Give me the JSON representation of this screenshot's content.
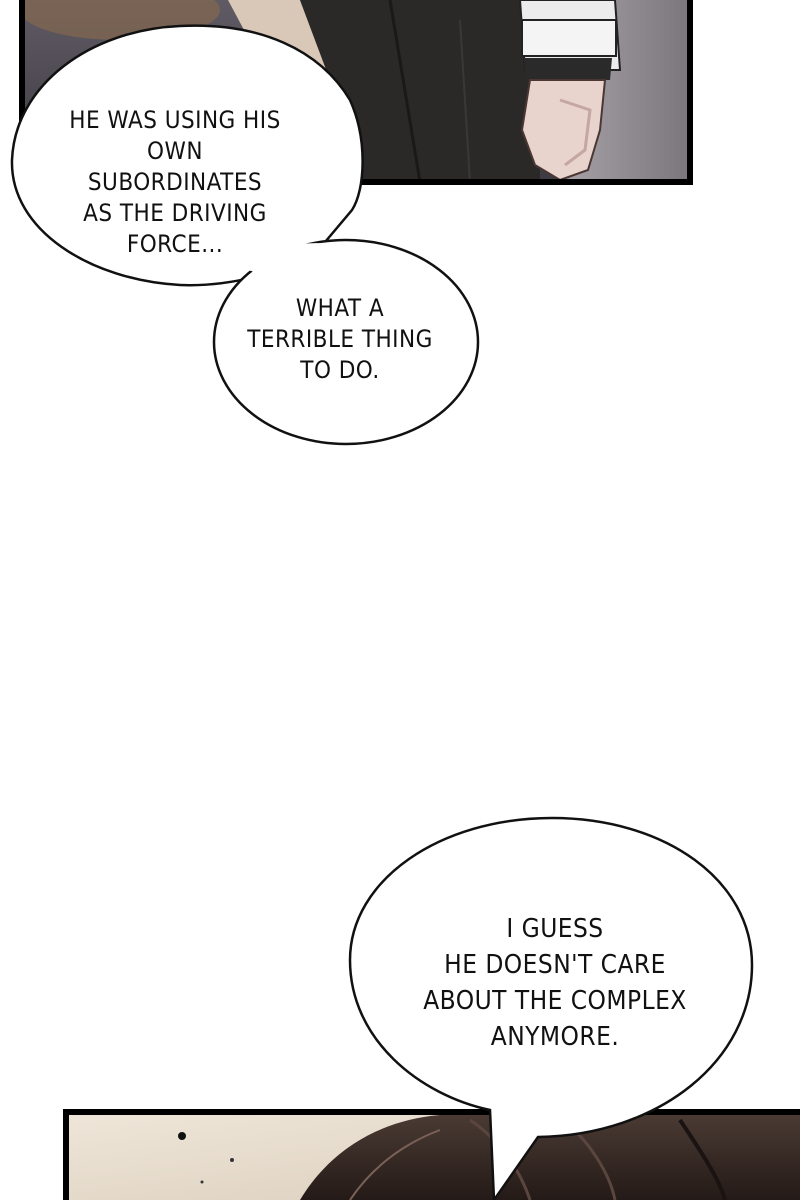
{
  "bubbles": [
    {
      "text": "HE WAS USING HIS\nOWN SUBORDINATES\nAS THE DRIVING\nFORCE..."
    },
    {
      "text": "WHAT A\nTERRIBLE THING\nTO DO."
    },
    {
      "text": "I GUESS\nHE DOESN'T CARE\nABOUT THE COMPLEX\nANYMORE."
    }
  ],
  "colors": {
    "panel_border": "#000000",
    "background": "#ffffff",
    "bubble_fill": "#ffffff",
    "bubble_outline": "#111111",
    "hair": "#3a2c28",
    "coat": "#2b2928",
    "wall": "#8a8489"
  }
}
